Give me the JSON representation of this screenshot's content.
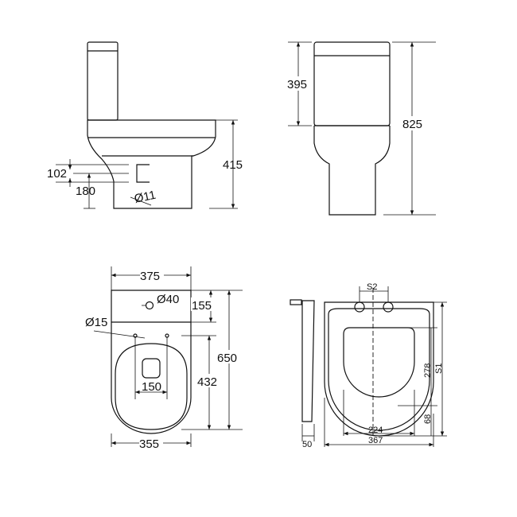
{
  "side_view": {
    "height": "415",
    "inlet_upper": "102",
    "inlet_height": "180",
    "bolt_dia": "Ø11"
  },
  "front_view": {
    "cistern_height": "395",
    "total_height": "825"
  },
  "plan_view": {
    "cistern_width": "375",
    "waste_dia": "Ø40",
    "cistern_depth": "155",
    "total_depth": "650",
    "fixing_dia": "Ø15",
    "fixing_depth": "432",
    "fixing_spacing": "150",
    "bowl_width": "355"
  },
  "seat_view": {
    "hinge_spacing": "S2",
    "inner_length": "278",
    "seat_length": "S1",
    "rear_gap": "68",
    "thickness": "50",
    "inner_width": "224",
    "seat_width": "367"
  }
}
